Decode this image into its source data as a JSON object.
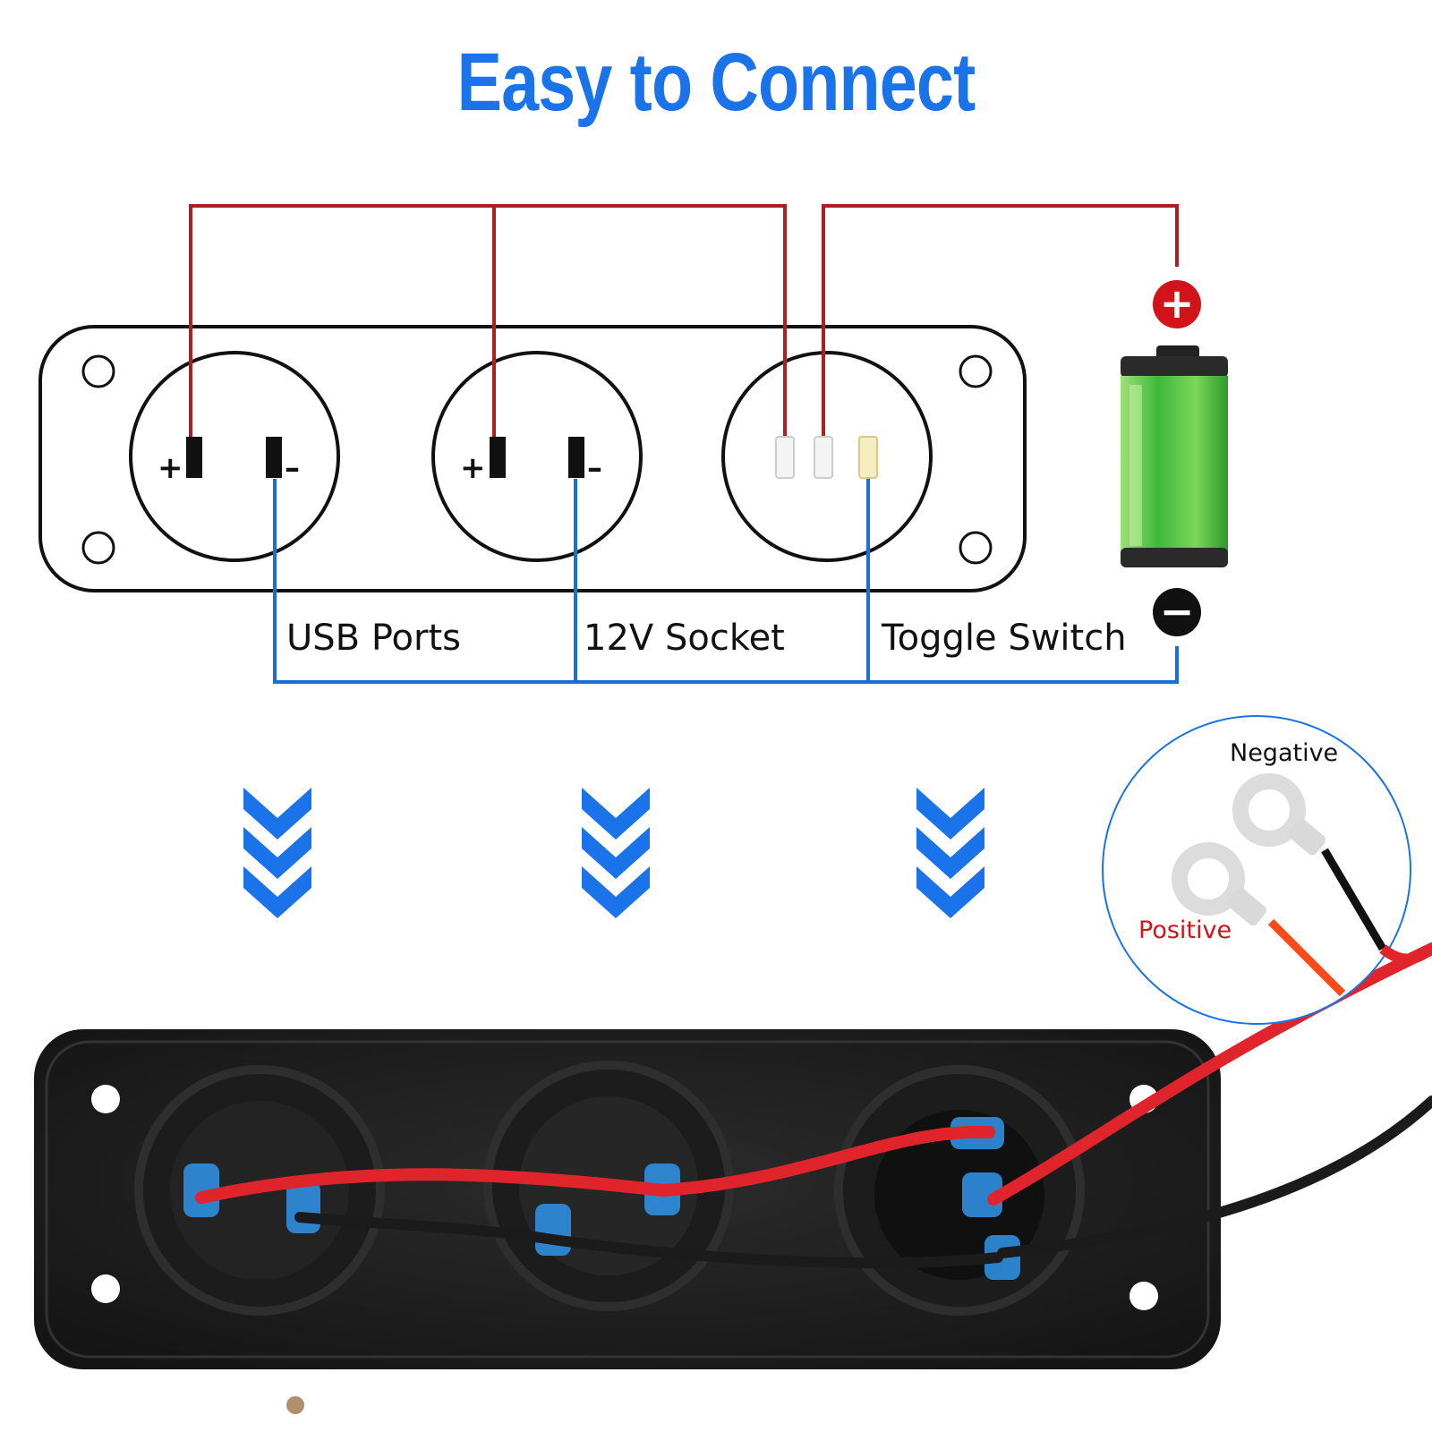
{
  "title": "Easy to Connect",
  "colors": {
    "accent": "#1a73e8",
    "positive_wire": "#b11d22",
    "negative_wire": "#1a6fd6",
    "battery_green": "#3fb93a",
    "positive_label": "#d0141a"
  },
  "labels": {
    "usb": "USB Ports",
    "socket": "12V Socket",
    "toggle": "Toggle Switch"
  },
  "terminal_marks": {
    "plus": "+",
    "minus": "–"
  },
  "battery": {
    "plus_symbol": "+",
    "minus_symbol": "−"
  },
  "inset": {
    "negative": "Negative",
    "positive": "Positive"
  },
  "icons": [
    "chevron-down-icon",
    "battery-icon",
    "ring-terminal-icon"
  ]
}
